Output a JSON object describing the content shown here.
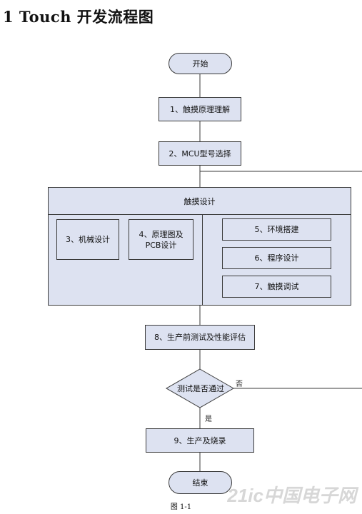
{
  "heading": "1 Touch 开发流程图",
  "nodes": {
    "start": "开始",
    "step1": "1、触摸原理理解",
    "step2": "2、MCU型号选择",
    "touch_design": "触摸设计",
    "step3": "3、机械设计",
    "step4": "4、原理图及\nPCB设计",
    "step5": "5、环境搭建",
    "step6": "6、程序设计",
    "step7": "7、触摸调试",
    "step8": "8、生产前测试及性能评估",
    "decision": "测试是否通过",
    "step9": "9、生产及烧录",
    "end": "结束"
  },
  "edge_labels": {
    "no": "否",
    "yes": "是"
  },
  "caption": "图 1-1",
  "watermark": "21ic中国电子网",
  "colors": {
    "node_fill": "#dde2f1",
    "stroke": "#3a3a3a"
  }
}
